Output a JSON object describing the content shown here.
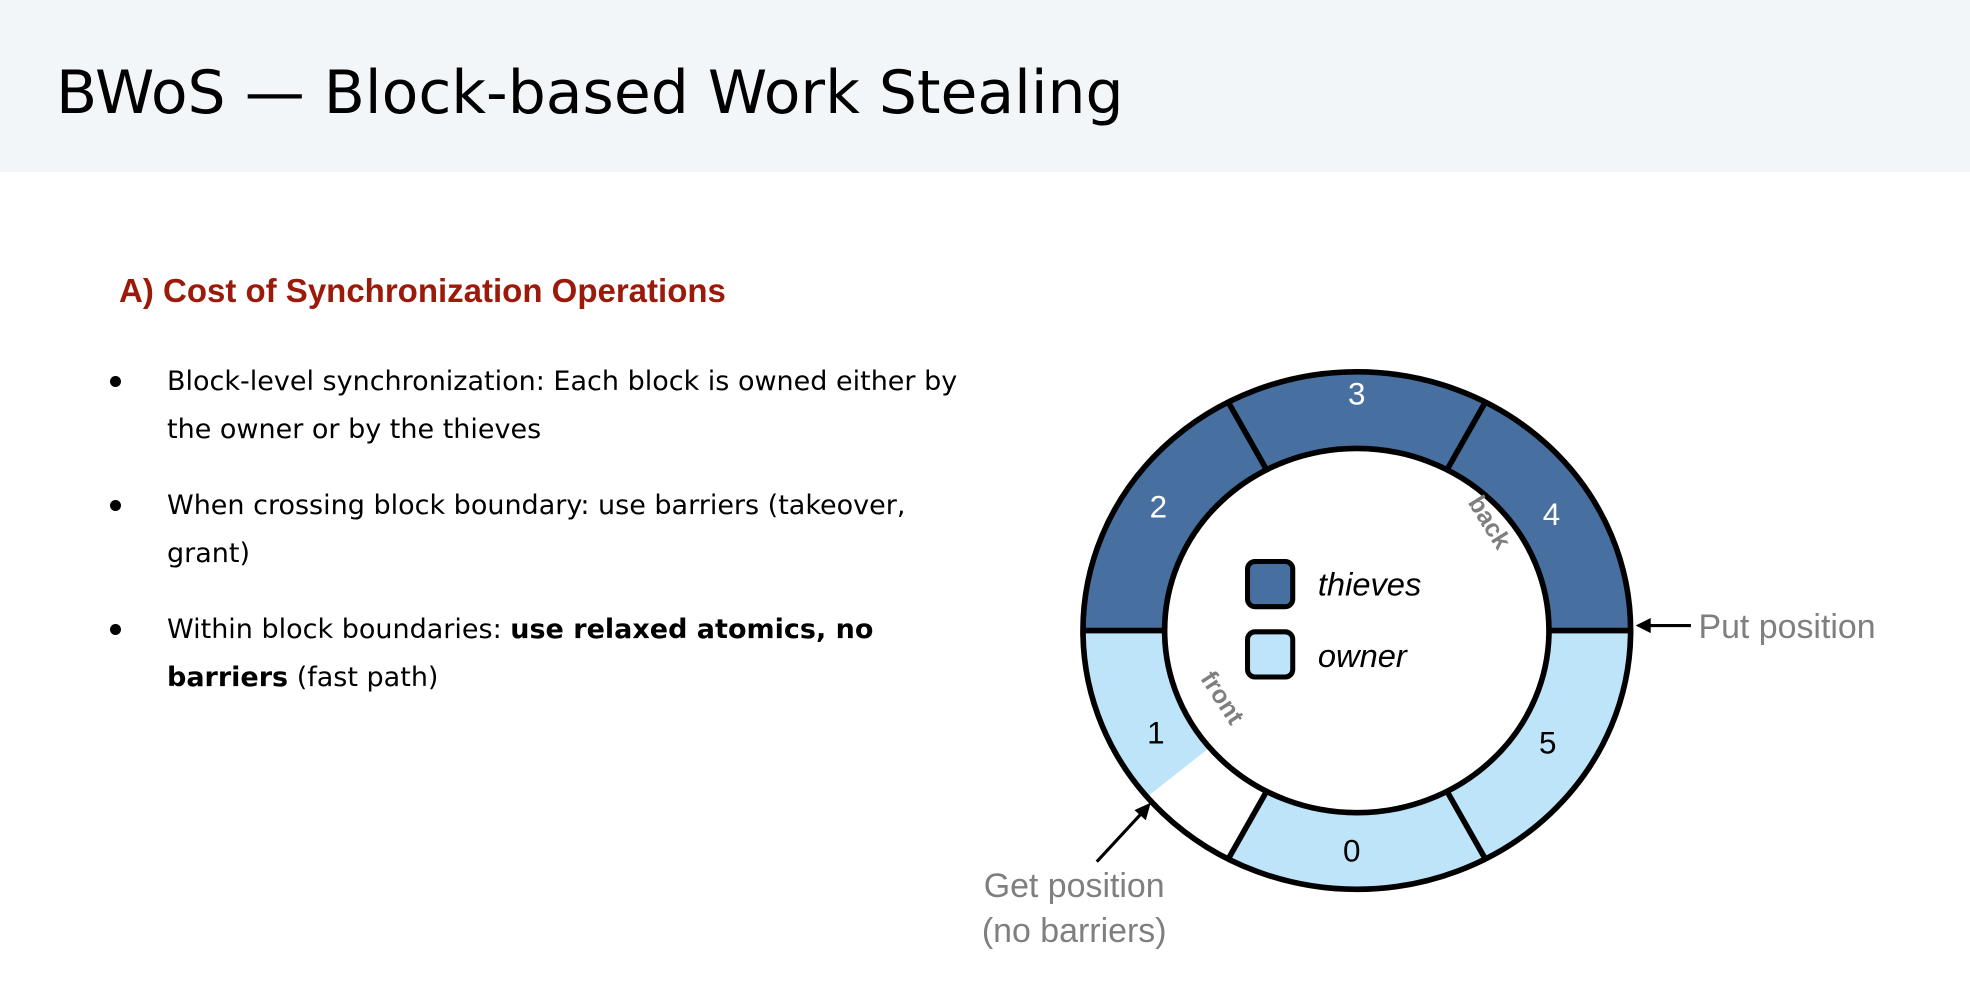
{
  "slide": {
    "title": "BWoS — Block-based Work Stealing",
    "subtitle": "A) Cost of Synchronization Operations",
    "bullets": [
      {
        "text": "Block-level synchronization: Each block is owned either by the owner or by the thieves"
      },
      {
        "text": "When crossing block boundary: use barriers (takeover, grant)"
      },
      {
        "text_prefix": "Within block boundaries: ",
        "text_bold": "use relaxed atomics, no barriers",
        "text_suffix": " (fast path)"
      }
    ]
  },
  "diagram": {
    "colors": {
      "thieves": "#476f9f",
      "owner": "#bde4f8",
      "outline": "#000000",
      "annotation": "#7f7f7f"
    },
    "segments": [
      {
        "label": "0",
        "owner": "owner"
      },
      {
        "label": "1",
        "owner": "owner"
      },
      {
        "label": "2",
        "owner": "thieves"
      },
      {
        "label": "3",
        "owner": "thieves"
      },
      {
        "label": "4",
        "owner": "thieves"
      },
      {
        "label": "5",
        "owner": "owner"
      }
    ],
    "legend": {
      "thieves": "thieves",
      "owner": "owner"
    },
    "markers": {
      "back": "back",
      "front": "front"
    },
    "put_position": "Put position",
    "get_position_line1": "Get position",
    "get_position_line2": "(no barriers)"
  }
}
